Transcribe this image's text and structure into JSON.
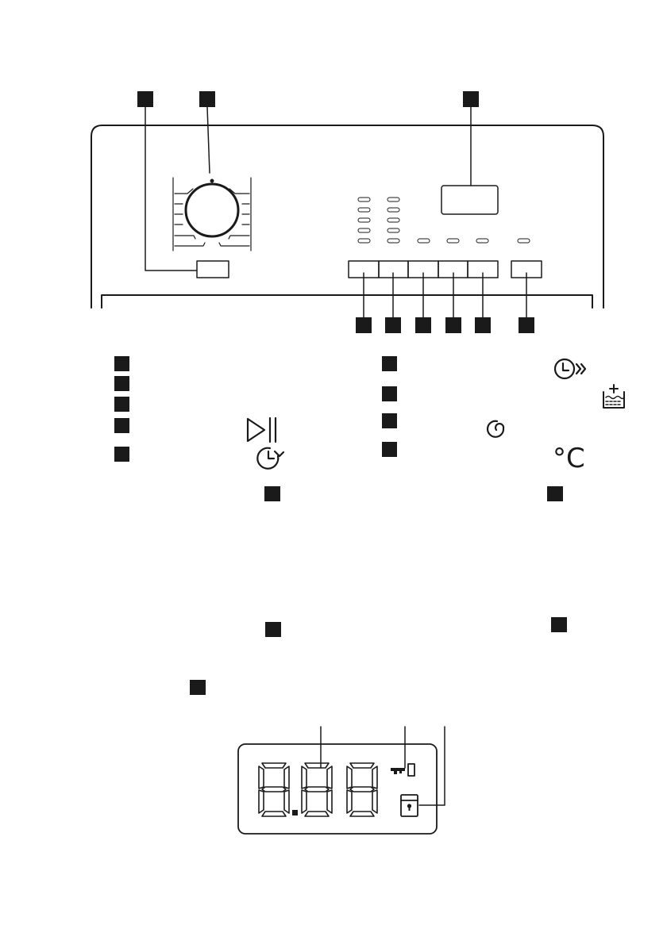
{
  "colors": {
    "ink": "#1a1a1a",
    "marker_fill": "#1a1a1a",
    "paper": "#ffffff"
  },
  "panel": {
    "dial": {
      "name": "programme-selector-dial"
    },
    "callout_markers_top": [
      "",
      "",
      ""
    ],
    "callout_markers_bottom": [
      "",
      "",
      "",
      "",
      "",
      ""
    ],
    "buttons": {
      "count_row": 5,
      "separate": 1
    }
  },
  "legend": {
    "left_rows": [
      {
        "icon": null
      },
      {
        "icon": null
      },
      {
        "icon": null
      },
      {
        "icon": "start-pause-icon"
      },
      {
        "icon": "delay-start-icon"
      }
    ],
    "right_rows": [
      {
        "icon": "time-manager-icon"
      },
      {
        "icon": "extra-rinse-icon"
      },
      {
        "icon": "spin-icon"
      },
      {
        "icon": "temperature-icon",
        "text": "°C"
      }
    ]
  },
  "display": {
    "digits": "8.88",
    "icons": [
      "child-lock-key-icon",
      "door-lock-icon"
    ]
  }
}
